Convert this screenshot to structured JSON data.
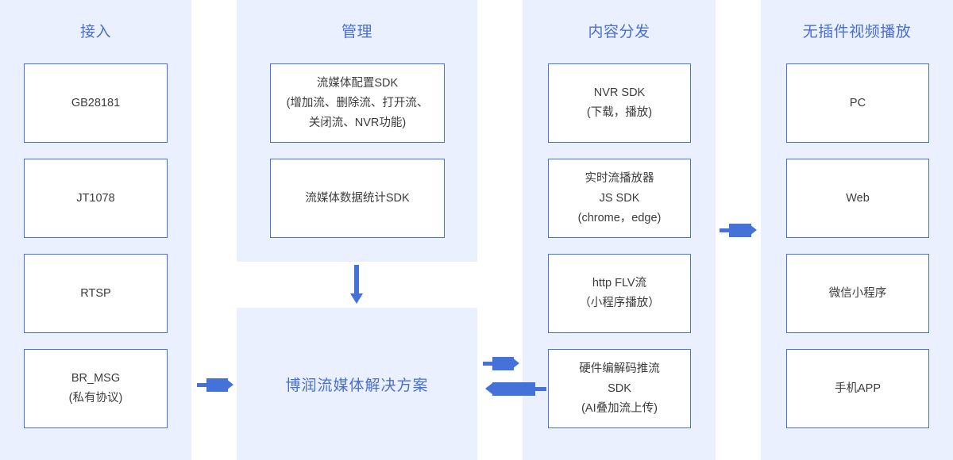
{
  "columns": {
    "access": {
      "title": "接入",
      "nodes": [
        {
          "lines": [
            "GB28181"
          ]
        },
        {
          "lines": [
            "JT1078"
          ]
        },
        {
          "lines": [
            "RTSP"
          ]
        },
        {
          "lines": [
            "BR_MSG",
            "(私有协议)"
          ]
        }
      ]
    },
    "manage": {
      "title": "管理",
      "nodes": [
        {
          "lines": [
            "流媒体配置SDK",
            "(增加流、删除流、打开流、",
            "关闭流、NVR功能)"
          ]
        },
        {
          "lines": [
            "流媒体数据统计SDK"
          ]
        }
      ]
    },
    "content": {
      "title": "内容分发",
      "nodes": [
        {
          "lines": [
            "NVR SDK",
            "(下载，播放)"
          ]
        },
        {
          "lines": [
            "实时流播放器",
            "JS SDK",
            "(chrome，edge)"
          ]
        },
        {
          "lines": [
            "http FLV流",
            "（小程序播放）"
          ]
        },
        {
          "lines": [
            "硬件编解码推流",
            "SDK",
            "(AI叠加流上传)"
          ]
        }
      ]
    },
    "playback": {
      "title": "无插件视频播放",
      "nodes": [
        {
          "lines": [
            "PC"
          ]
        },
        {
          "lines": [
            "Web"
          ]
        },
        {
          "lines": [
            "微信小程序"
          ]
        },
        {
          "lines": [
            "手机APP"
          ]
        }
      ]
    }
  },
  "solution": {
    "label": "博润流媒体解决方案"
  },
  "colors": {
    "panel_background": "#eaf0fd",
    "box_border": "#4472d8",
    "header_text": "#4a6fd4",
    "arrow": "#4472d8",
    "node_text": "#3c3c3c",
    "page_background": "#ffffff"
  }
}
